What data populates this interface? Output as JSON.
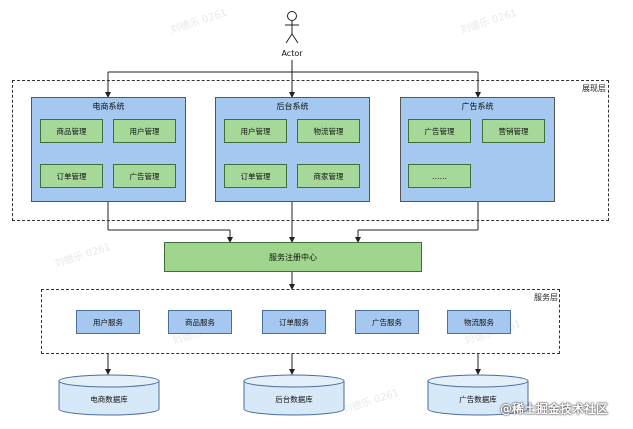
{
  "actor": {
    "label": "Actor"
  },
  "presentation_layer": {
    "label": "展现层",
    "systems": [
      {
        "title": "电商系统",
        "modules": [
          "商品管理",
          "用户管理",
          "订单管理",
          "广告管理"
        ]
      },
      {
        "title": "后台系统",
        "modules": [
          "用户管理",
          "物流管理",
          "订单管理",
          "商家管理"
        ]
      },
      {
        "title": "广告系统",
        "modules": [
          "广告管理",
          "营销管理",
          "……"
        ]
      }
    ]
  },
  "registry": {
    "label": "服务注册中心"
  },
  "service_layer": {
    "label": "服务层",
    "services": [
      "用户服务",
      "商品服务",
      "订单服务",
      "广告服务",
      "物流服务"
    ]
  },
  "databases": [
    "电商数据库",
    "后台数据库",
    "广告数据库"
  ],
  "watermarks": [
    "刘德乐 0261",
    "刘德乐 0261",
    "刘德乐 0261",
    "刘德乐 0261",
    "刘德乐 0261",
    "刘德乐 0261"
  ],
  "brand": "@稀土掘金技术社区",
  "colors": {
    "system_box": "#a4c8f0",
    "module": "#a6d89a",
    "service": "#a6c8f0",
    "registry": "#9fd58c",
    "database": "#d7e8f8"
  }
}
